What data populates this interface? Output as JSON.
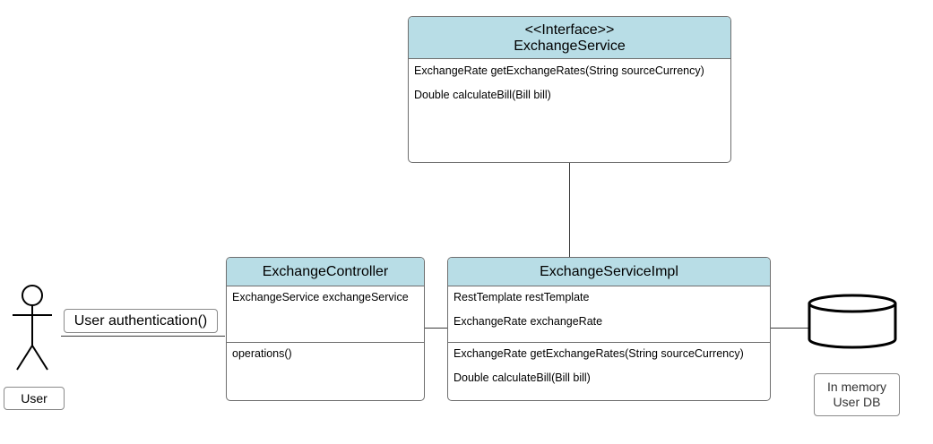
{
  "interface_box": {
    "stereotype": "<<Interface>>",
    "name": "ExchangeService",
    "methods": [
      "ExchangeRate getExchangeRates(String sourceCurrency)",
      "Double calculateBill(Bill bill)"
    ]
  },
  "controller_box": {
    "name": "ExchangeController",
    "attributes": [
      "ExchangeService exchangeService"
    ],
    "methods": [
      "operations()"
    ]
  },
  "impl_box": {
    "name": "ExchangeServiceImpl",
    "attributes": [
      "RestTemplate restTemplate",
      "ExchangeRate exchangeRate"
    ],
    "methods": [
      "ExchangeRate getExchangeRates(String sourceCurrency)",
      "Double calculateBill(Bill bill)"
    ]
  },
  "actor": {
    "label": "User"
  },
  "auth_link": {
    "label": "User authentication()"
  },
  "database": {
    "label_line1": "In memory",
    "label_line2": "User DB"
  }
}
